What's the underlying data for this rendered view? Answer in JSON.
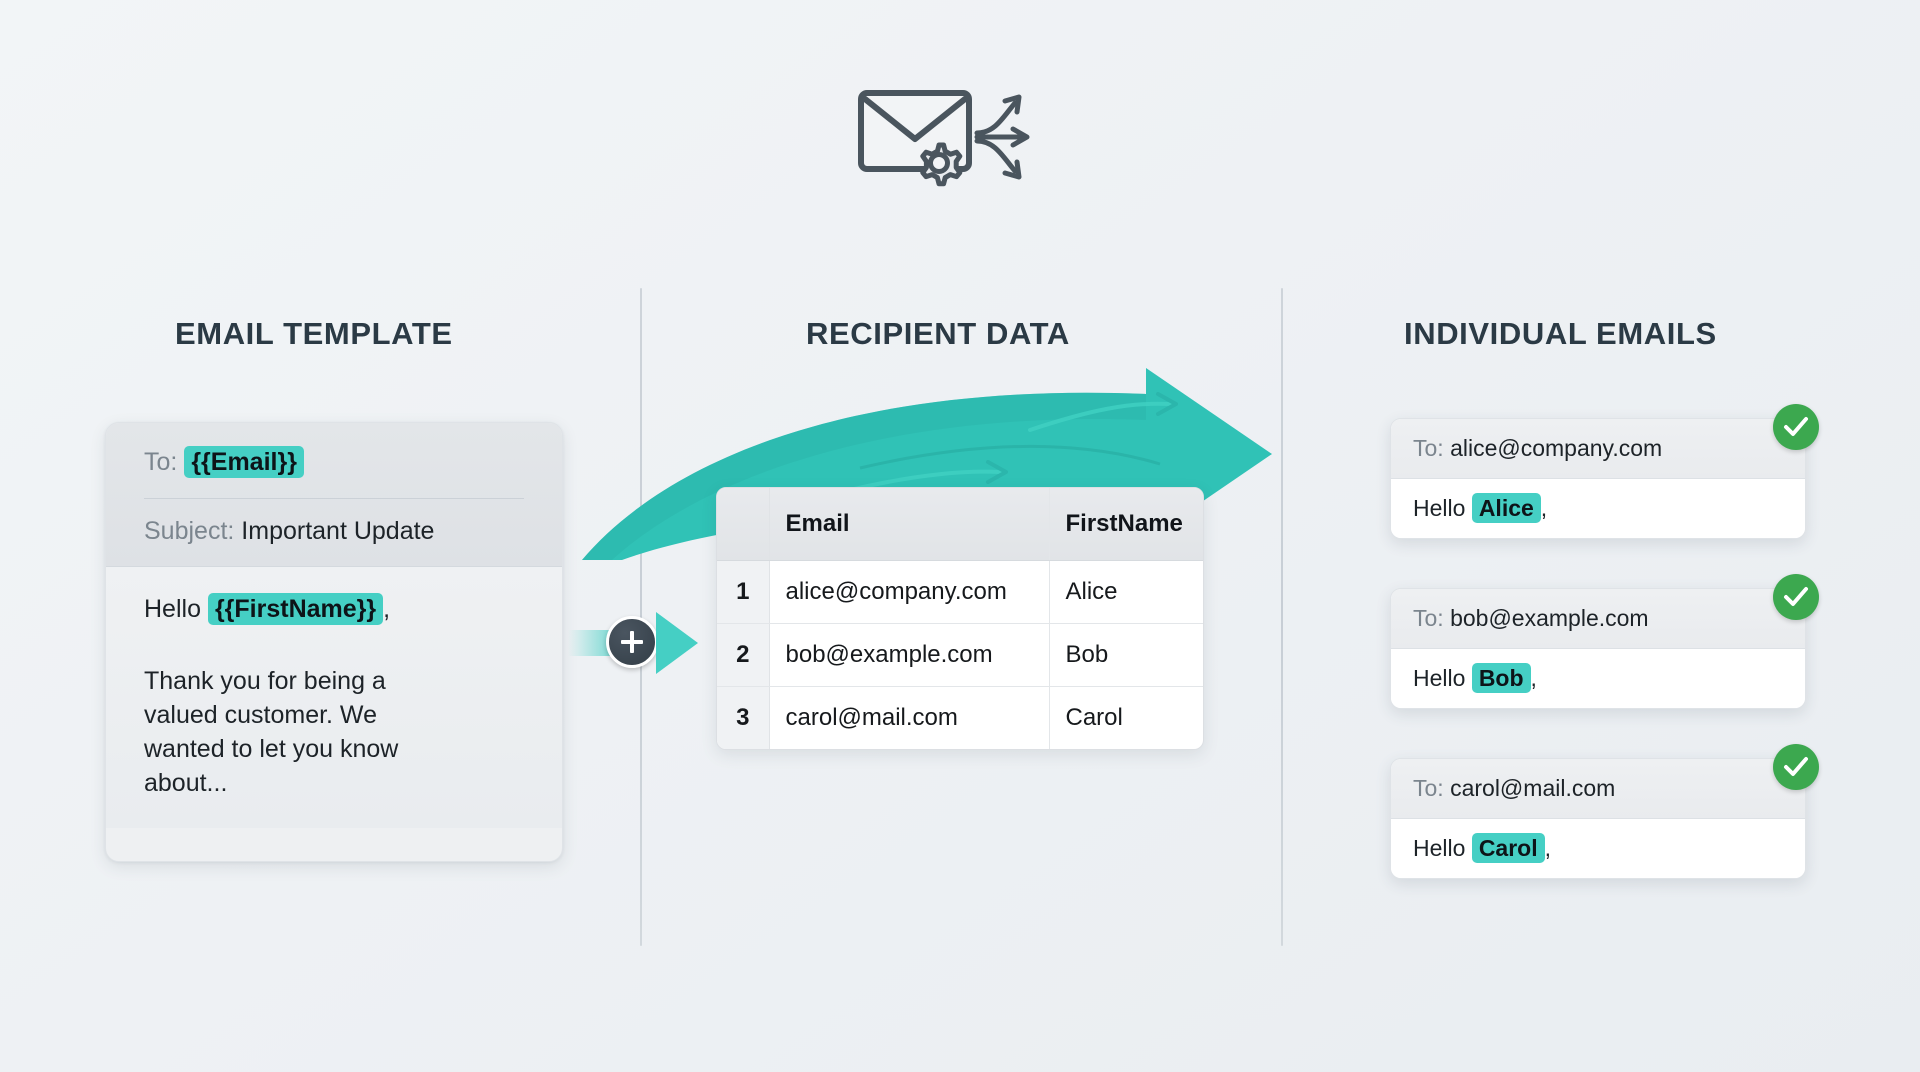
{
  "header": {
    "icon": "envelope-gear-arrows-icon"
  },
  "columns": {
    "template_title": "EMAIL TEMPLATE",
    "data_title": "RECIPIENT DATA",
    "emails_title": "INDIVIDUAL EMAILS"
  },
  "template": {
    "to_label": "To:",
    "to_token": "{{Email}}",
    "subject_label": "Subject:",
    "subject_value": "Important Update",
    "greeting_label": "Hello",
    "greeting_token": "{{FirstName}}",
    "greeting_comma": ",",
    "body_text": "Thank you for being a valued customer. We wanted to let you know about..."
  },
  "merge": {
    "plus_label": "+",
    "node_name": "merge-plus-node"
  },
  "table": {
    "headers": [
      "",
      "Email",
      "FirstName"
    ],
    "rows": [
      {
        "index": "1",
        "email": "alice@company.com",
        "first_name": "Alice"
      },
      {
        "index": "2",
        "email": "bob@example.com",
        "first_name": "Bob"
      },
      {
        "index": "3",
        "email": "carol@mail.com",
        "first_name": "Carol"
      }
    ]
  },
  "emails": {
    "to_label": "To:",
    "greeting_label": "Hello",
    "greeting_comma": ",",
    "items": [
      {
        "to": "alice@company.com",
        "name": "Alice",
        "status": "sent"
      },
      {
        "to": "bob@example.com",
        "name": "Bob",
        "status": "sent"
      },
      {
        "to": "carol@mail.com",
        "name": "Carol",
        "status": "sent"
      }
    ]
  },
  "colors": {
    "accent_teal": "#45cfc4",
    "success_green": "#3ca84f",
    "title_dark": "#2b3a45",
    "background": "#eef1f4"
  }
}
